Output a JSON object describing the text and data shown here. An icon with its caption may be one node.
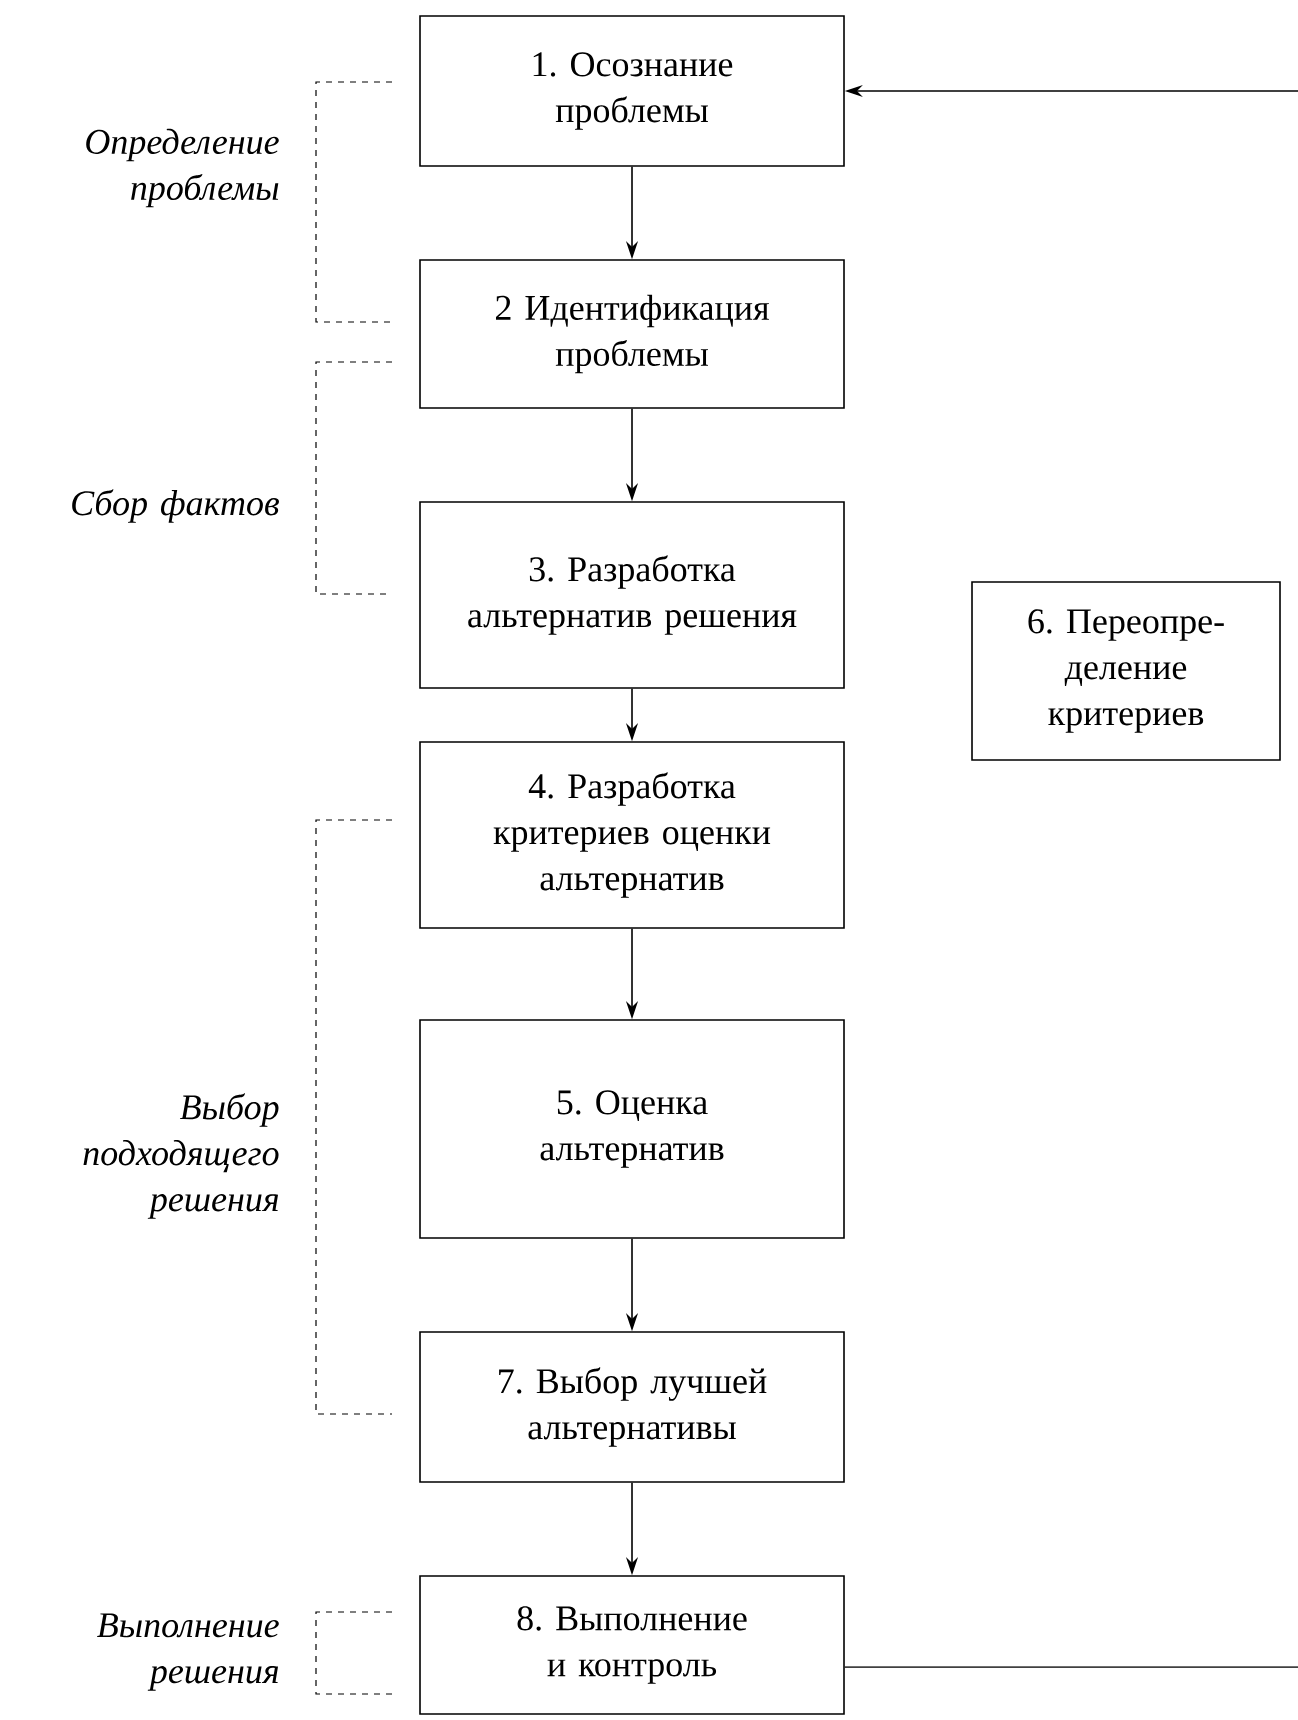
{
  "diagram": {
    "nodes": [
      {
        "text": [
          "1. Осознание проблемы"
        ]
      },
      {
        "text": [
          "2 Идентификация проблемы"
        ]
      },
      {
        "text": [
          "3. Разработка альтернатив решения"
        ]
      },
      {
        "text": [
          "4. Разработка критериев оценки альтернатив"
        ]
      },
      {
        "text": [
          "5. Оценка альтернатив"
        ]
      },
      {
        "text": [
          "6. Переопре-деление критериев"
        ]
      },
      {
        "text": [
          "7. Выбор лучшей альтернативы"
        ]
      },
      {
        "text": [
          "8. Выполнение и контроль"
        ]
      }
    ],
    "edges": [
      {
        "from": null,
        "to": 0,
        "arrow": "to"
      },
      {
        "from": 0,
        "to": 1,
        "arrow": "to"
      },
      {
        "from": 1,
        "to": 2,
        "arrow": "to"
      },
      {
        "from": 2,
        "to": 3,
        "arrow": "to"
      },
      {
        "from": 3,
        "to": 4,
        "arrow": "to"
      },
      {
        "from": 4,
        "to": 6,
        "arrow": "to"
      },
      {
        "from": 6,
        "to": 7,
        "arrow": "to"
      },
      {
        "from": 7,
        "to": null,
        "arrow": "none"
      }
    ],
    "labels": [
      "Определение проблемы",
      "Сбор фактов",
      "Выбор подходящего решения",
      "Выполнение решения"
    ]
  }
}
